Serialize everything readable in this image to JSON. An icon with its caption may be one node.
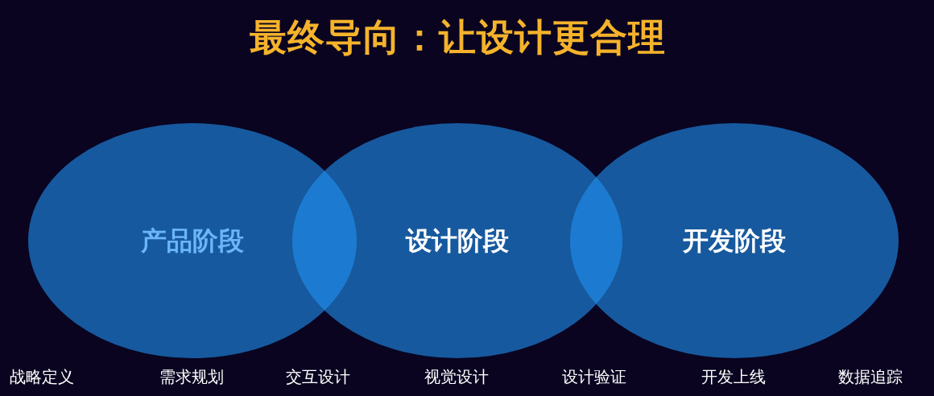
{
  "diagram": {
    "title": "最终导向：让设计更合理",
    "nodes": [
      {
        "text": [
          "产品阶段"
        ]
      },
      {
        "text": [
          "设计阶段"
        ]
      },
      {
        "text": [
          "开发阶段"
        ]
      }
    ],
    "labels": [
      "战略定义",
      "需求规划",
      "交互设计",
      "视觉设计",
      "设计验证",
      "开发上线",
      "数据追踪"
    ]
  }
}
